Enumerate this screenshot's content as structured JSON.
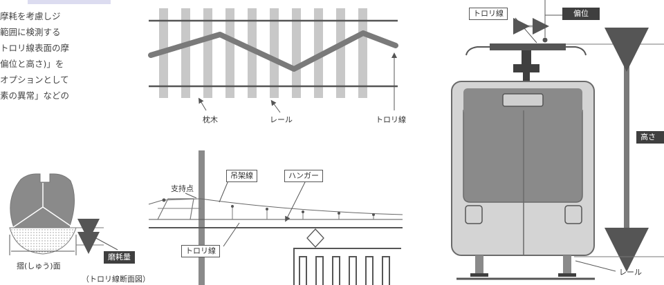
{
  "intro_text": {
    "lines": [
      "摩耗を考慮しジ",
      "範囲に検測する",
      "トロリ線表面の摩",
      "偏位と高さ)」を",
      "オプションとして",
      "素の異常」などの"
    ]
  },
  "track_diagram": {
    "label_sleeper": "枕木",
    "label_rail": "レール",
    "label_trolley": "トロリ線"
  },
  "catenary_diagram": {
    "label_support_point": "支持点",
    "label_messenger_wire": "吊架線",
    "label_hanger": "ハンガー",
    "label_trolley": "トロリ線"
  },
  "cross_section": {
    "label_wear_amount": "磨耗量",
    "label_slide_face": "摺(しゅう)面",
    "caption": "（トロリ線断面図）"
  },
  "train_diagram": {
    "label_trolley": "トロリ線",
    "label_offset": "偏位",
    "label_height": "高さ",
    "label_rail": "レール"
  },
  "colors": {
    "dark": "#3f3f3f",
    "mid_gray": "#8a8a8a",
    "light_gray": "#c8c8c8",
    "line": "#555555"
  }
}
